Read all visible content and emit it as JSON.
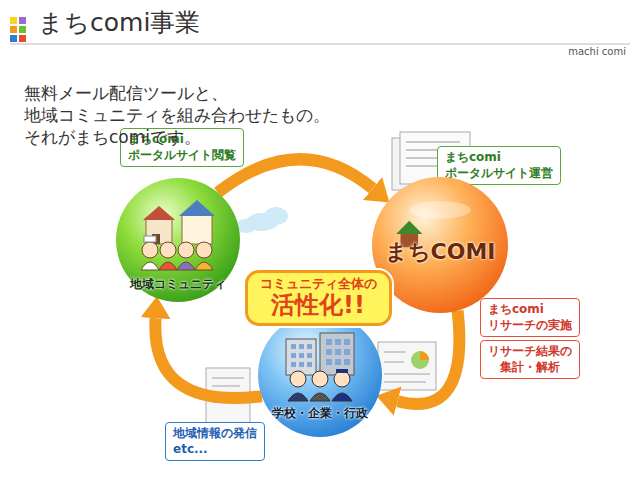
{
  "diagram": {
    "title": "まちcomi事業",
    "nodes": [
      {
        "text": [
          "まちcomi ポータルサイト閲覧"
        ]
      },
      {
        "text": [
          "まちcomi ポータルサイト運営"
        ]
      },
      {
        "text": [
          "地域コミュニティ"
        ]
      },
      {
        "text": [
          "コミュニティ全体の",
          "活性化!!"
        ]
      },
      {
        "text": [
          "まちCOMI"
        ]
      },
      {
        "text": [
          "まちcomi リサーチの実施"
        ]
      },
      {
        "text": [
          "リサーチ結果の 集計・解析"
        ]
      },
      {
        "text": [
          "学校・企業・行政"
        ]
      },
      {
        "text": [
          "地域情報の発信 etc..."
        ]
      }
    ],
    "edges": [
      {
        "from": 2,
        "to": 4,
        "arrow": "to"
      },
      {
        "from": 4,
        "to": 7,
        "arrow": "to"
      },
      {
        "from": 7,
        "to": 2,
        "arrow": "to"
      }
    ],
    "labels": [
      "machi comi",
      "無料メール配信ツールと、地域コミュニティを組み合わせたもの。 それがまちcomiです。"
    ]
  }
}
